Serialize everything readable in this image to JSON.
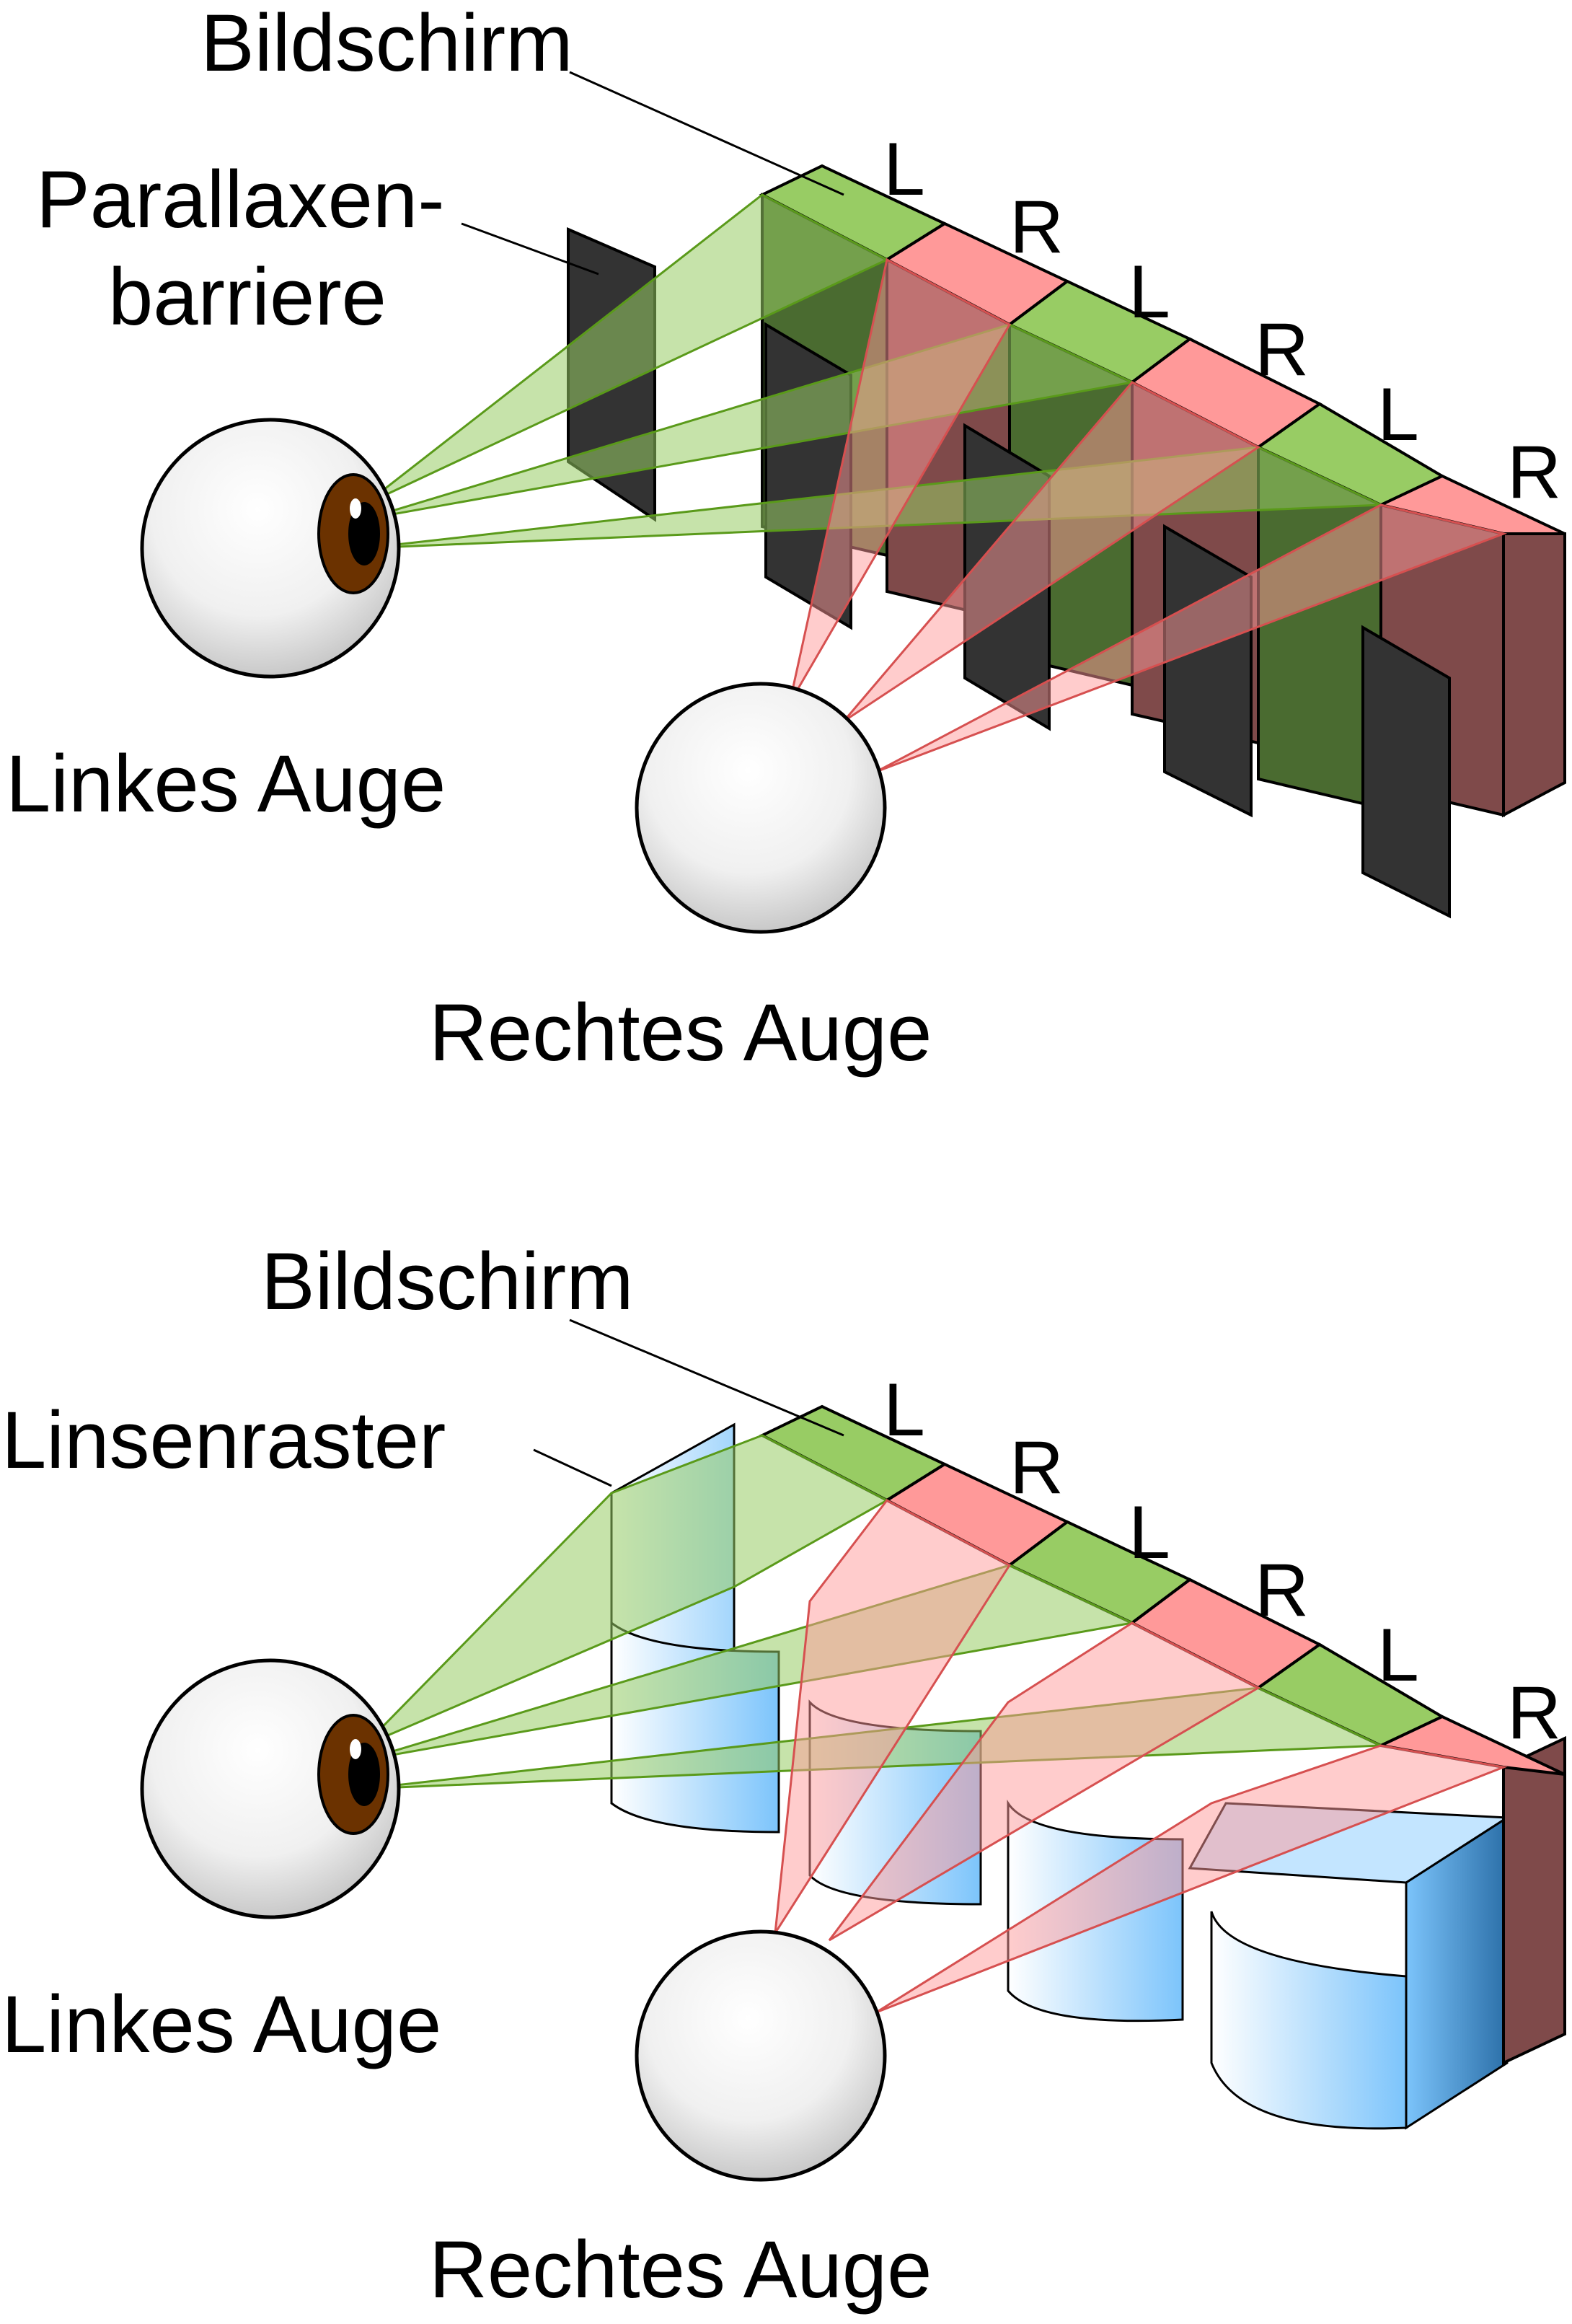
{
  "top_panel": {
    "screen_label": "Bildschirm",
    "barrier_label_line1": "Parallaxen-",
    "barrier_label_line2": "barriere",
    "left_eye_label": "Linkes Auge",
    "right_eye_label": "Rechtes Auge",
    "strip_labels": [
      "L",
      "R",
      "L",
      "R",
      "L",
      "R"
    ]
  },
  "bottom_panel": {
    "screen_label": "Bildschirm",
    "lens_label": "Linsenraster",
    "left_eye_label": "Linkes Auge",
    "right_eye_label": "Rechtes Auge",
    "strip_labels": [
      "L",
      "R",
      "L",
      "R",
      "L",
      "R"
    ]
  },
  "colors": {
    "left_strip": "#98cc64",
    "right_strip": "#ff9999",
    "left_strip_side": "#4a6b30",
    "right_strip_side": "#7f4a4a",
    "barrier": "#333333",
    "lens": "#88ccff",
    "eye_iris": "#6b3200"
  }
}
